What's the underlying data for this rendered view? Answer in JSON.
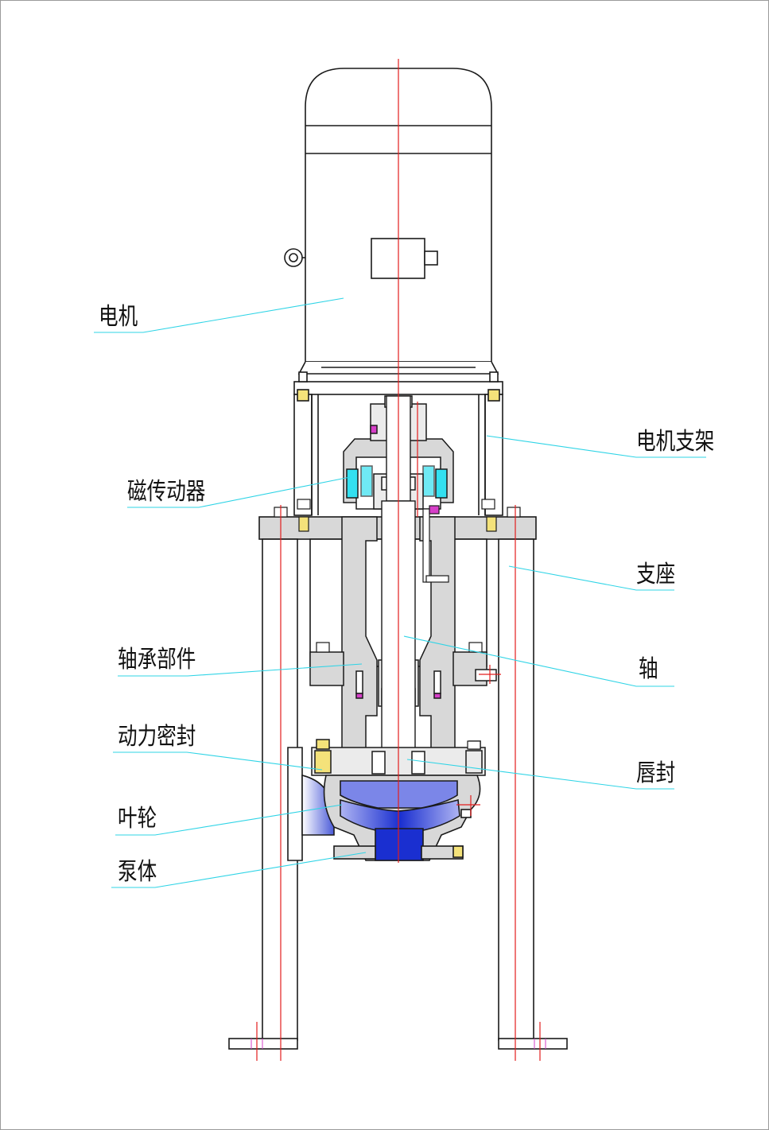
{
  "labels": {
    "motor": "电机",
    "magnetic_drive": "磁传动器",
    "bearing_assembly": "轴承部件",
    "dynamic_seal": "动力密封",
    "impeller": "叶轮",
    "pump_body": "泵体",
    "motor_bracket": "电机支架",
    "support_base": "支座",
    "shaft": "轴",
    "lip_seal": "唇封"
  },
  "colors": {
    "outline": "#1a1a1a",
    "centerline": "#e31d1d",
    "leader": "#2fd4e6",
    "fill_gray": "#d8d8d8",
    "fill_light": "#ebebeb",
    "magnet_cyan": "#33e0f0",
    "impeller_blue": "#1a2fd0",
    "pump_blue_light": "#7b86e8",
    "bolt_yellow": "#f4e27a",
    "bolt_magenta": "#d63fc8"
  }
}
